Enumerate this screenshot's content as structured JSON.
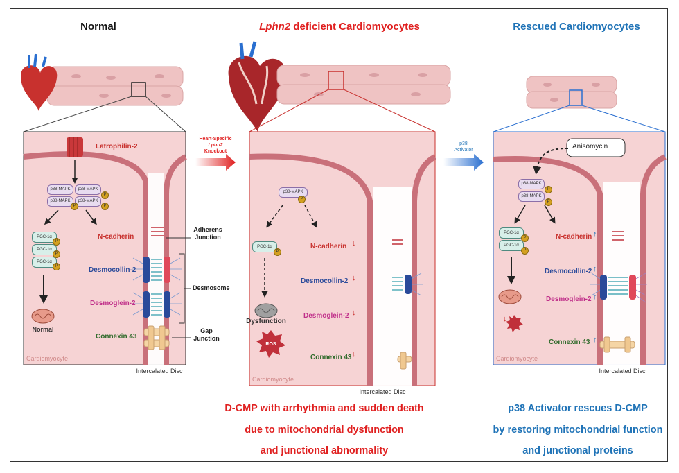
{
  "panels": {
    "normal": {
      "title": "Normal"
    },
    "deficient": {
      "title_italic": "Lphn2",
      "title_rest": " deficient Cardiomyocytes"
    },
    "rescued": {
      "title": "Rescued Cardiomyocytes"
    }
  },
  "arrows": {
    "knockout": [
      "Heart-Specific",
      "Lphn2",
      "Knockout"
    ],
    "activator": [
      "p38",
      "Activator"
    ]
  },
  "labels": {
    "latrophilin": "Latrophilin-2",
    "mapk": "p38-MAPK",
    "pgc": "PGC-1α",
    "p": "P",
    "n_cadherin": "N-cadherin",
    "desmocollin": "Desmocollin-2",
    "desmoglein": "Desmoglein-2",
    "connexin": "Connexin 43",
    "normal_mito": "Normal",
    "dysfunction": "Dysfunction",
    "ros": "ROS",
    "cardiomyocyte": "Cardiomyocyte",
    "intercalated_disc": "Intercalated Disc",
    "adherens": [
      "Adherens",
      "Junction"
    ],
    "desmosome": "Desmosome",
    "gap": [
      "Gap",
      "Junction"
    ],
    "anisomycin": "Anisomycin",
    "arrow_down": "↓",
    "arrow_up": "↑"
  },
  "captions": {
    "deficient": [
      "D-CMP with arrhythmia and sudden death",
      "due to mitochondrial dysfunction",
      "and junctional abnormality"
    ],
    "rescued": [
      "p38 Activator rescues D-CMP",
      "by restoring mitochondrial function",
      "and junctional proteins"
    ]
  },
  "colors": {
    "red": "#e02020",
    "blue": "#1f73b7",
    "navy": "#2a4a9a",
    "magenta": "#c0308a",
    "green": "#2f6a2a",
    "cell_fill": "#f3c6c8",
    "membrane": "#c9707a"
  }
}
